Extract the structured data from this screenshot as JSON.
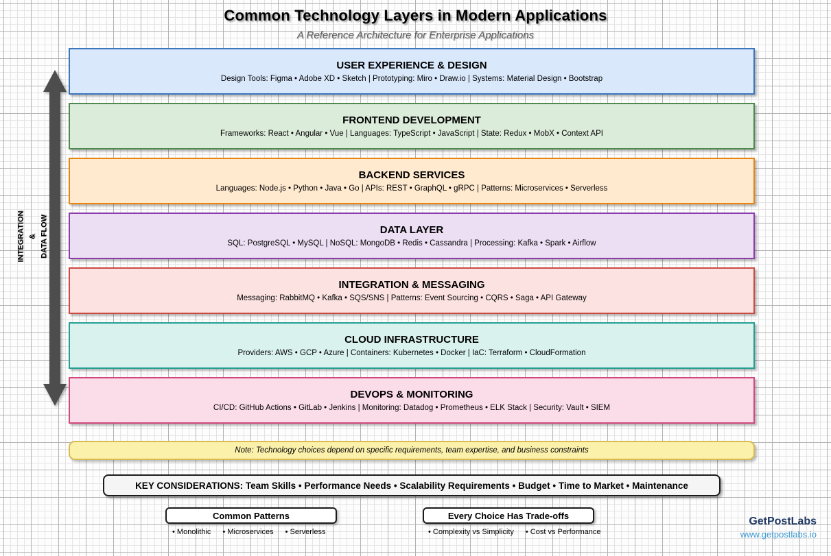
{
  "header": {
    "title": "Common Technology Layers in Modern Applications",
    "subtitle": "A Reference Architecture for Enterprise Applications"
  },
  "flow_label": {
    "line1": "INTEGRATION",
    "line2": "&",
    "line3": "DATA FLOW"
  },
  "arrow_color": "#4d4d4d",
  "layers": [
    {
      "title": "USER EXPERIENCE & DESIGN",
      "detail": "Design Tools: Figma • Adobe XD • Sketch | Prototyping: Miro • Draw.io | Systems: Material Design • Bootstrap",
      "fill": "#d9e8fb",
      "border": "#3b76bd"
    },
    {
      "title": "FRONTEND DEVELOPMENT",
      "detail": "Frameworks: React • Angular • Vue | Languages: TypeScript • JavaScript | State: Redux • MobX • Context API",
      "fill": "#dcecda",
      "border": "#4d8a4d"
    },
    {
      "title": "BACKEND SERVICES",
      "detail": "Languages: Node.js • Python • Java • Go | APIs: REST • GraphQL • gRPC | Patterns: Microservices • Serverless",
      "fill": "#ffe9cf",
      "border": "#e8850f"
    },
    {
      "title": "DATA LAYER",
      "detail": "SQL: PostgreSQL • MySQL | NoSQL: MongoDB • Redis • Cassandra | Processing: Kafka • Spark • Airflow",
      "fill": "#ecdef3",
      "border": "#8e3bad"
    },
    {
      "title": "INTEGRATION & MESSAGING",
      "detail": "Messaging: RabbitMQ • Kafka • SQS/SNS | Patterns: Event Sourcing • CQRS • Saga • API Gateway",
      "fill": "#fce3e2",
      "border": "#cc4a42"
    },
    {
      "title": "CLOUD INFRASTRUCTURE",
      "detail": "Providers: AWS • GCP • Azure | Containers: Kubernetes • Docker | IaC: Terraform • CloudFormation",
      "fill": "#d9f2ee",
      "border": "#23a092"
    },
    {
      "title": "DEVOPS & MONITORING",
      "detail": "CI/CD: GitHub Actions • GitLab • Jenkins | Monitoring: Datadog • Prometheus • ELK Stack | Security: Vault • SIEM",
      "fill": "#fbdce9",
      "border": "#d1497f"
    }
  ],
  "note": {
    "text": "Note: Technology choices depend on specific requirements, team expertise, and business constraints",
    "fill": "#fcf1ab",
    "border": "#d9bb51"
  },
  "considerations": {
    "text": "KEY CONSIDERATIONS: Team Skills • Performance Needs • Scalability Requirements • Budget • Time to Market • Maintenance"
  },
  "patterns": {
    "title": "Common Patterns",
    "items": [
      "• Monolithic",
      "• Microservices",
      "• Serverless"
    ]
  },
  "tradeoffs": {
    "title": "Every Choice Has Trade-offs",
    "items": [
      "• Complexity vs Simplicity",
      "• Cost vs Performance"
    ]
  },
  "branding": {
    "name": "GetPostLabs",
    "url": "www.getpostlabs.io",
    "name_color": "#1f3864",
    "url_color": "#3d9bd4"
  }
}
